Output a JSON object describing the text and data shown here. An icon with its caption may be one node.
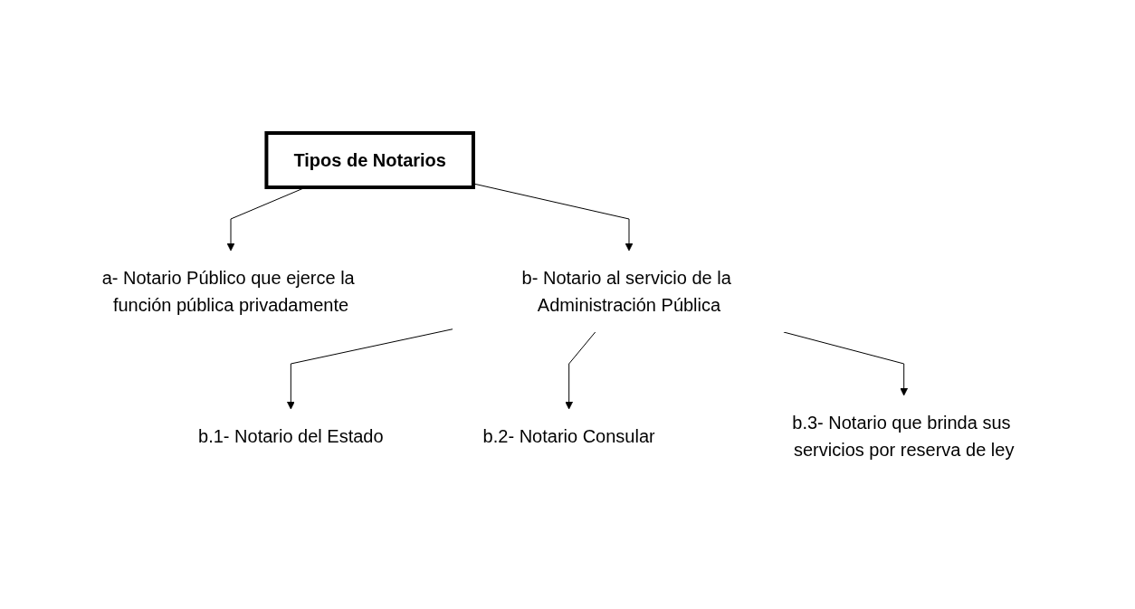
{
  "diagram": {
    "nodes": [
      {
        "text": [
          "Tipos de Notarios"
        ]
      },
      {
        "text": [
          "a- Notario Público que ejerce la función pública privadamente"
        ]
      },
      {
        "text": [
          "b- Notario al servicio de la Administración Pública"
        ]
      },
      {
        "text": [
          "b.1- Notario del Estado"
        ]
      },
      {
        "text": [
          "b.2- Notario Consular"
        ]
      },
      {
        "text": [
          "b.3- Notario que brinda sus servicios por reserva de ley"
        ]
      }
    ],
    "edges": [
      {
        "from": 0,
        "to": 1,
        "arrow": "to"
      },
      {
        "from": 0,
        "to": 2,
        "arrow": "to"
      },
      {
        "from": 2,
        "to": 3,
        "arrow": "to"
      },
      {
        "from": 2,
        "to": 4,
        "arrow": "to"
      },
      {
        "from": 2,
        "to": 5,
        "arrow": "to"
      }
    ]
  }
}
